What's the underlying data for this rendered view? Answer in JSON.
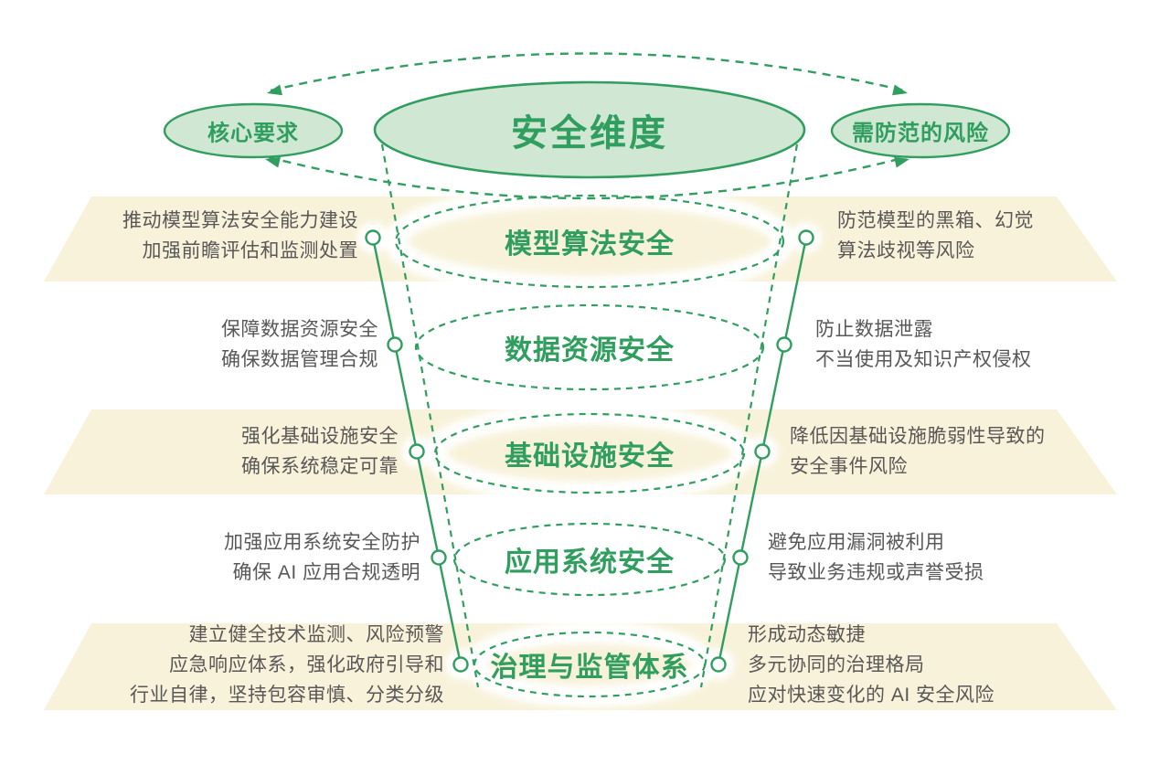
{
  "header": {
    "left_ellipse_label": "核心要求",
    "center_ellipse_label": "安全维度",
    "right_ellipse_label": "需防范的风险"
  },
  "levels": [
    {
      "title": "模型算法安全",
      "left_lines": [
        "推动模型算法安全能力建设",
        "加强前瞻评估和监测处置"
      ],
      "right_lines": [
        "防范模型的黑箱、幻觉",
        "算法歧视等风险"
      ]
    },
    {
      "title": "数据资源安全",
      "left_lines": [
        "保障数据资源安全",
        "确保数据管理合规"
      ],
      "right_lines": [
        "防止数据泄露",
        "不当使用及知识产权侵权"
      ]
    },
    {
      "title": "基础设施安全",
      "left_lines": [
        "强化基础设施安全",
        "确保系统稳定可靠"
      ],
      "right_lines": [
        "降低因基础设施脆弱性导致的",
        "安全事件风险"
      ]
    },
    {
      "title": "应用系统安全",
      "left_lines": [
        "加强应用系统安全防护",
        "确保 AI 应用合规透明"
      ],
      "right_lines": [
        "避免应用漏洞被利用",
        "导致业务违规或声誉受损"
      ]
    },
    {
      "title": "治理与监管体系",
      "left_lines": [
        "建立健全技术监测、风险预警",
        "应急响应体系，强化政府引导和",
        "行业自律，坚持包容审慎、分类分级"
      ],
      "right_lines": [
        "形成动态敏捷",
        "多元协同的治理格局",
        "应对快速变化的 AI 安全风险"
      ]
    }
  ],
  "colors": {
    "green": "#2f9e5e",
    "light_green": "#cfe7d3",
    "band": "#f8f2da",
    "text_gray": "#595757"
  }
}
